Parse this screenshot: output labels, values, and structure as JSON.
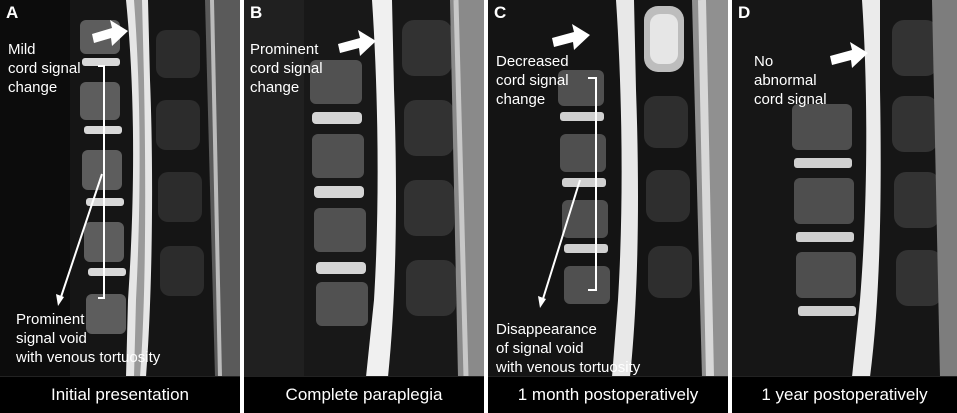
{
  "panels": [
    {
      "letter": "A",
      "caption": "Initial presentation",
      "notes": {
        "top": "Mild\ncord signal\nchange",
        "bottom": "Prominent\nsignal void\nwith venous tortuosity"
      }
    },
    {
      "letter": "B",
      "caption": "Complete paraplegia",
      "notes": {
        "top": "Prominent\ncord signal\nchange"
      }
    },
    {
      "letter": "C",
      "caption": "1 month postoperatively",
      "notes": {
        "top": "Decreased\ncord signal\nchange",
        "bottom": "Disappearance\nof signal void\nwith venous tortuosity"
      }
    },
    {
      "letter": "D",
      "caption": "1 year postoperatively",
      "notes": {
        "top": "No\nabnormal\ncord signal"
      }
    }
  ],
  "colors": {
    "panel_bg": "#000000",
    "text": "#ffffff",
    "annotation": "#ffffff"
  }
}
